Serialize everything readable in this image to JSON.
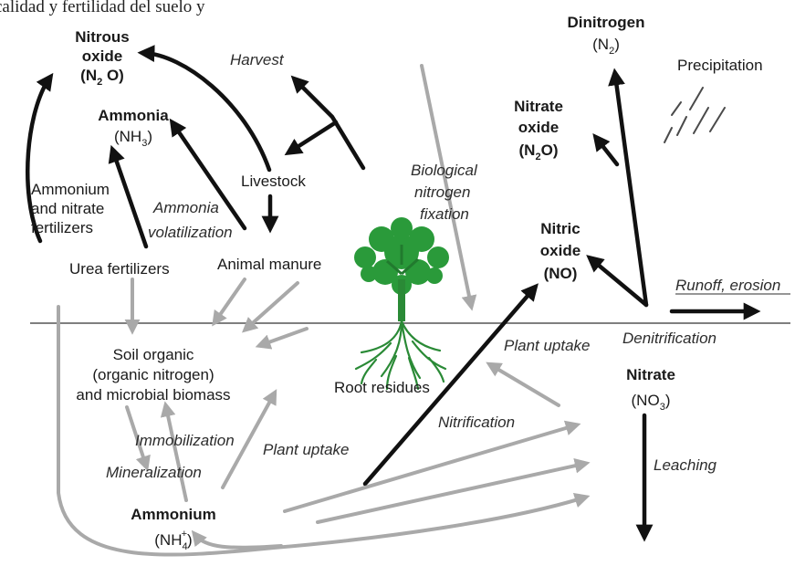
{
  "header_fragment": "calidad y fertilidad del suelo y",
  "labels": {
    "nitrous_oxide_line1": "Nitrous",
    "nitrous_oxide_line2": "oxide",
    "nitrous_oxide_formula": "(N",
    "nitrous_oxide_formula_sub": "2",
    "nitrous_oxide_formula_end": " O)",
    "harvest": "Harvest",
    "ammonia": "Ammonia",
    "ammonia_formula": "(NH",
    "ammonia_formula_sub": "3",
    "ammonia_formula_end": ")",
    "livestock": "Livestock",
    "ammonium_nitrate_line1": "Ammonium",
    "ammonium_nitrate_line2": "and nitrate",
    "ammonium_nitrate_line3": "fertilizers",
    "ammonia_volatilization_line1": "Ammonia",
    "ammonia_volatilization_line2": "volatilization",
    "urea_fertilizers": "Urea fertilizers",
    "animal_manure": "Animal manure",
    "biological_line1": "Biological",
    "biological_line2": "nitrogen",
    "biological_line3": "fixation",
    "dinitrogen": "Dinitrogen",
    "dinitrogen_formula": "(N",
    "dinitrogen_formula_sub": "2",
    "dinitrogen_formula_end": ")",
    "precipitation": "Precipitation",
    "nitrate_oxide_line1": "Nitrate",
    "nitrate_oxide_line2": "oxide",
    "nitrate_oxide_formula": "(N",
    "nitrate_oxide_formula_sub": "2",
    "nitrate_oxide_formula_end": "O)",
    "nitric_oxide_line1": "Nitric",
    "nitric_oxide_line2": "oxide",
    "nitric_oxide_formula": "(NO)",
    "runoff_erosion": "Runoff, erosion",
    "soil_organic_line1": "Soil organic",
    "soil_organic_line2": "(organic nitrogen)",
    "soil_organic_line3": "and microbial biomass",
    "plant_uptake_right": "Plant uptake",
    "denitrification": "Denitrification",
    "root_residues": "Root residues",
    "nitrate": "Nitrate",
    "nitrate_formula": "(NO",
    "nitrate_formula_sub": "3",
    "nitrate_formula_end": ")",
    "immobilization": "Immobilization",
    "nitrification": "Nitrification",
    "plant_uptake_left": "Plant uptake",
    "mineralization": "Mineralization",
    "leaching": "Leaching",
    "ammonium": "Ammonium",
    "ammonium_formula": "(NH",
    "ammonium_formula_sub": "4",
    "ammonium_formula_sup": "+",
    "ammonium_formula_end": ")"
  },
  "colors": {
    "dark_arrow": "#111111",
    "gray_arrow": "#a9a9a9",
    "tree_green": "#2a9a3a",
    "ground_line": "#7f7f7f"
  }
}
